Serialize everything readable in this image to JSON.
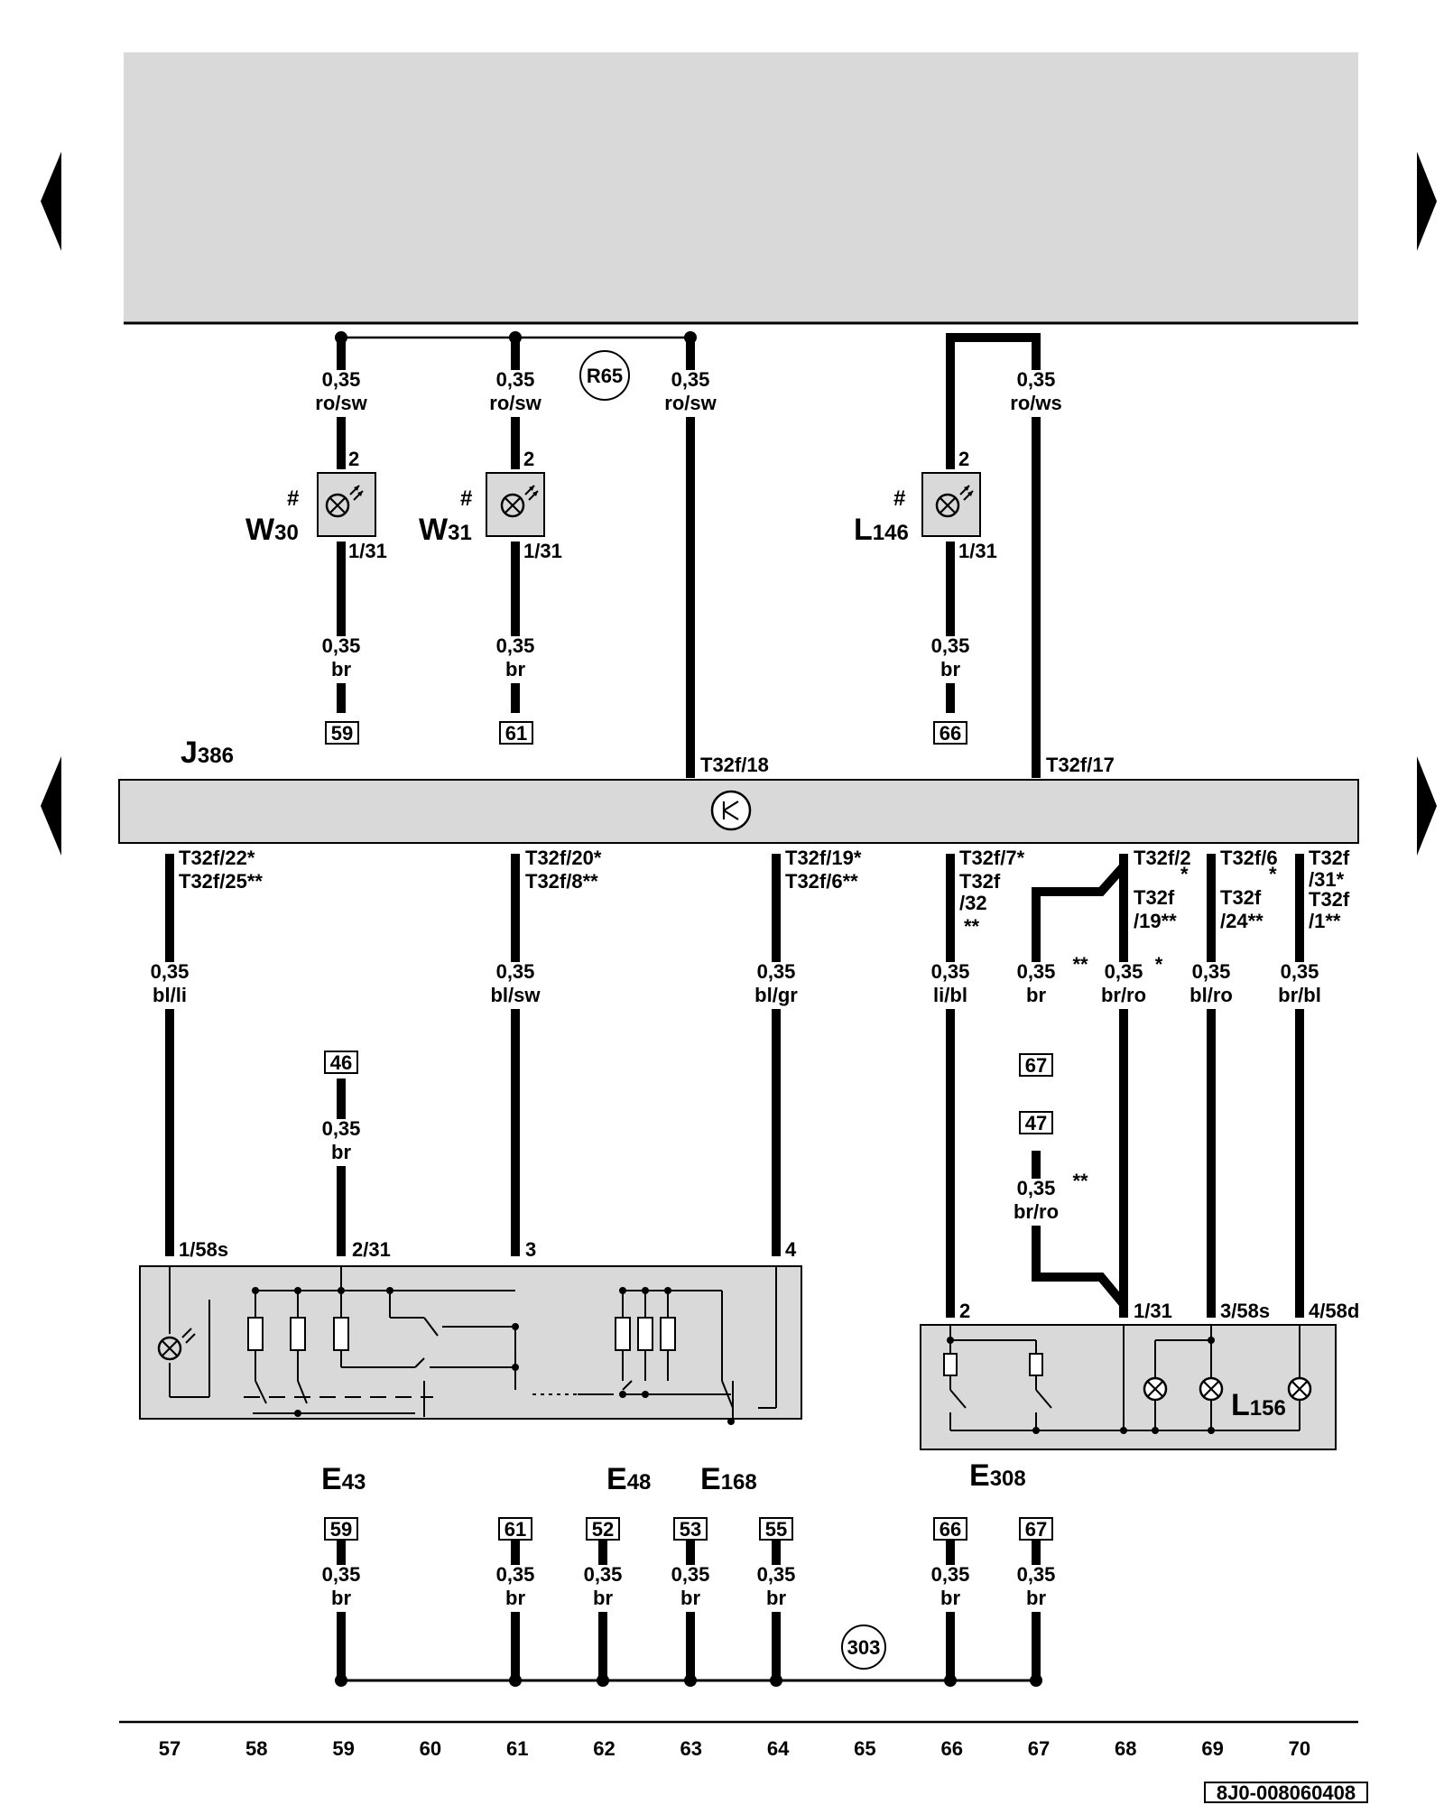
{
  "diagram_id": "8J0-008060408",
  "asterisk": "*",
  "double_asterisk": "**",
  "hash": "#",
  "ground_connection_303": "303",
  "connection_R65": "R65",
  "components": {
    "W30": {
      "letter": "W",
      "sub": "30"
    },
    "W31": {
      "letter": "W",
      "sub": "31"
    },
    "L146": {
      "letter": "L",
      "sub": "146"
    },
    "J386": {
      "letter": "J",
      "sub": "386"
    },
    "E43": {
      "letter": "E",
      "sub": "43"
    },
    "E48": {
      "letter": "E",
      "sub": "48"
    },
    "E168": {
      "letter": "E",
      "sub": "168"
    },
    "E308": {
      "letter": "E",
      "sub": "308"
    },
    "L156": {
      "letter": "L",
      "sub": "156"
    }
  },
  "wires": {
    "w59_top": {
      "size": "0,35",
      "color": "ro/sw"
    },
    "w61_top": {
      "size": "0,35",
      "color": "ro/sw"
    },
    "w63_top": {
      "size": "0,35",
      "color": "ro/sw"
    },
    "w67_top": {
      "size": "0,35",
      "color": "ro/ws"
    },
    "w59_mid": {
      "size": "0,35",
      "color": "br"
    },
    "w61_mid": {
      "size": "0,35",
      "color": "br"
    },
    "w66_mid": {
      "size": "0,35",
      "color": "br"
    },
    "w57": {
      "size": "0,35",
      "color": "bl/li"
    },
    "w59_e43": {
      "size": "0,35",
      "color": "br"
    },
    "w61_low": {
      "size": "0,35",
      "color": "bl/sw"
    },
    "w64_low": {
      "size": "0,35",
      "color": "bl/gr"
    },
    "w66_low": {
      "size": "0,35",
      "color": "li/bl"
    },
    "w67_low": {
      "size": "0,35",
      "color": "br"
    },
    "w67_low2": {
      "size": "0,35",
      "color": "br/ro"
    },
    "w68_low": {
      "size": "0,35",
      "color": "br/ro"
    },
    "w69_low": {
      "size": "0,35",
      "color": "bl/ro"
    },
    "w70_low": {
      "size": "0,35",
      "color": "br/bl"
    }
  },
  "ground_wires": [
    {
      "ref": "59",
      "size": "0,35",
      "color": "br"
    },
    {
      "ref": "61",
      "size": "0,35",
      "color": "br"
    },
    {
      "ref": "52",
      "size": "0,35",
      "color": "br"
    },
    {
      "ref": "53",
      "size": "0,35",
      "color": "br"
    },
    {
      "ref": "55",
      "size": "0,35",
      "color": "br"
    },
    {
      "ref": "66",
      "size": "0,35",
      "color": "br"
    },
    {
      "ref": "67",
      "size": "0,35",
      "color": "br"
    }
  ],
  "refs": {
    "r59": "59",
    "r61": "61",
    "r66": "66",
    "r46": "46",
    "r67": "67",
    "r47": "47"
  },
  "pins": {
    "w30_2": "2",
    "w30_131": "1/31",
    "w31_2": "2",
    "w31_131": "1/31",
    "l146_2": "2",
    "l146_131": "1/31",
    "t18": "T32f/18",
    "t17": "T32f/17",
    "t57a": "T32f/22",
    "t57b": "T32f/25",
    "t61a": "T32f/20",
    "t61b": "T32f/8",
    "t64a": "T32f/19",
    "t64b": "T32f/6",
    "t66a": "T32f/7",
    "t66b": "T32f",
    "t66c": "/32",
    "t68a": "T32f/2",
    "t68b": "T32f",
    "t68c": "/19",
    "t69a": "T32f/6",
    "t69b": "T32f",
    "t69c": "/24",
    "t70a": "T32f",
    "t70b": "/31",
    "t70c": "T32f",
    "t70d": "/1",
    "e43_158s": "1/58s",
    "e43_231": "2/31",
    "e43_3": "3",
    "e43_4": "4",
    "e308_2": "2",
    "e308_131": "1/31",
    "l156_358s": "3/58s",
    "l156_458d": "4/58d"
  },
  "scale": [
    "57",
    "58",
    "59",
    "60",
    "61",
    "62",
    "63",
    "64",
    "65",
    "66",
    "67",
    "68",
    "69",
    "70"
  ]
}
